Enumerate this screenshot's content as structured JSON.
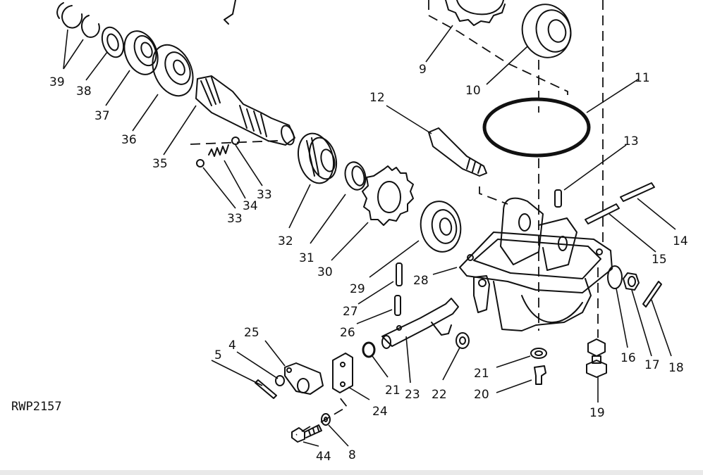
{
  "drawing_code": "RWP2157",
  "callouts": [
    "39",
    "38",
    "37",
    "36",
    "35",
    "34",
    "33",
    "33",
    "32",
    "31",
    "30",
    "29",
    "28",
    "27",
    "26",
    "25",
    "24",
    "23",
    "22",
    "21",
    "21",
    "20",
    "19",
    "18",
    "17",
    "16",
    "15",
    "14",
    "13",
    "12",
    "11",
    "10",
    "9",
    "8",
    "5",
    "4",
    "44"
  ]
}
